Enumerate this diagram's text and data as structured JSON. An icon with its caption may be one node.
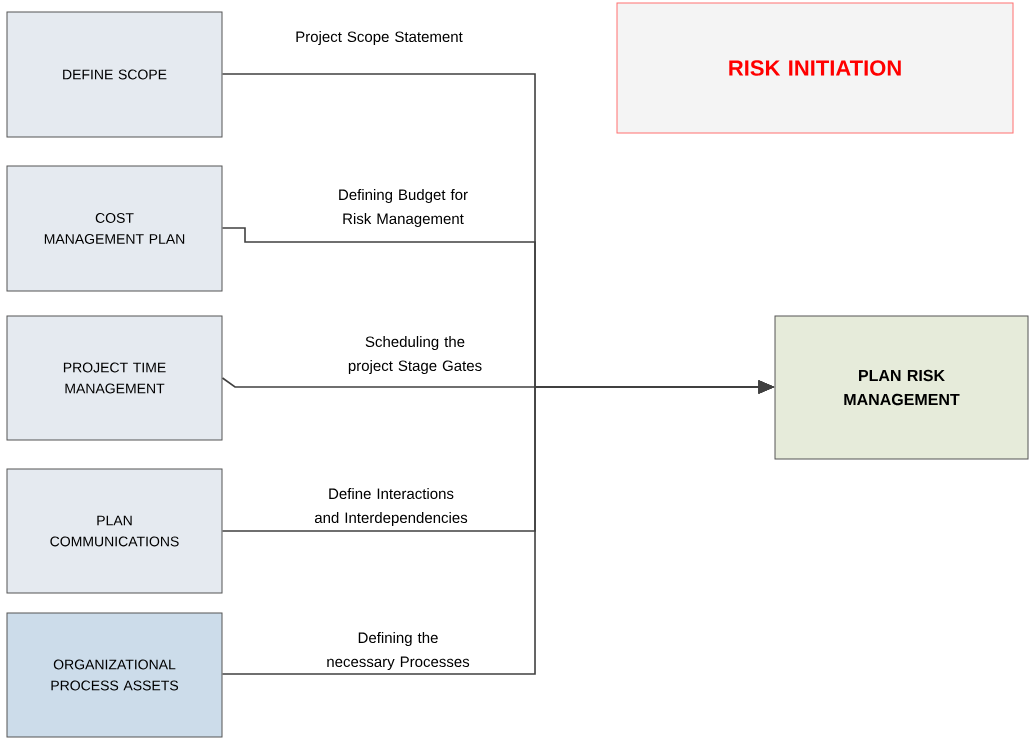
{
  "diagram": {
    "nodes": [
      {
        "text": [
          "DEFINE SCOPE"
        ]
      },
      {
        "text": [
          "COST MANAGEMENT PLAN"
        ]
      },
      {
        "text": [
          "PROJECT TIME MANAGEMENT"
        ]
      },
      {
        "text": [
          "PLAN COMMUNICATIONS"
        ]
      },
      {
        "text": [
          "ORGANIZATIONAL PROCESS ASSETS"
        ]
      },
      {
        "text": [
          "PLAN RISK MANAGEMENT"
        ]
      },
      {
        "text": [
          "RISK INITIATION"
        ]
      }
    ],
    "edges": [
      {
        "from": 0,
        "to": 5,
        "arrow": "to",
        "label": "Project Scope Statement"
      },
      {
        "from": 1,
        "to": 5,
        "arrow": "to",
        "label": "Defining Budget for Risk Management"
      },
      {
        "from": 2,
        "to": 5,
        "arrow": "to",
        "label": "Scheduling the project Stage Gates"
      },
      {
        "from": 3,
        "to": 5,
        "arrow": "to",
        "label": "Define Interactions and Interdependencies"
      },
      {
        "from": 4,
        "to": 5,
        "arrow": "to",
        "label": "Defining the necessary Processes"
      }
    ]
  }
}
